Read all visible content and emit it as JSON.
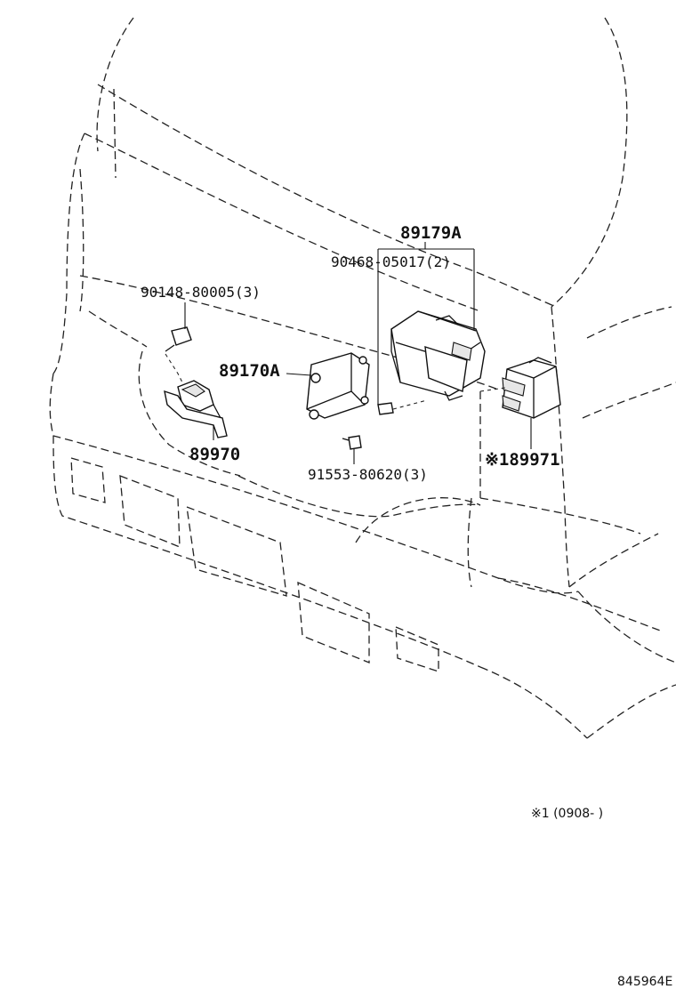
{
  "callouts": {
    "p89179A": "89179A",
    "p90468": "90468-05017(2)",
    "p90148": "90148-80005(3)",
    "p89170A": "89170A",
    "p89970": "89970",
    "p91553": "91553-80620(3)",
    "p89971": "※189971"
  },
  "note": "※1 (0908-  )",
  "diagram_id": "845964E"
}
